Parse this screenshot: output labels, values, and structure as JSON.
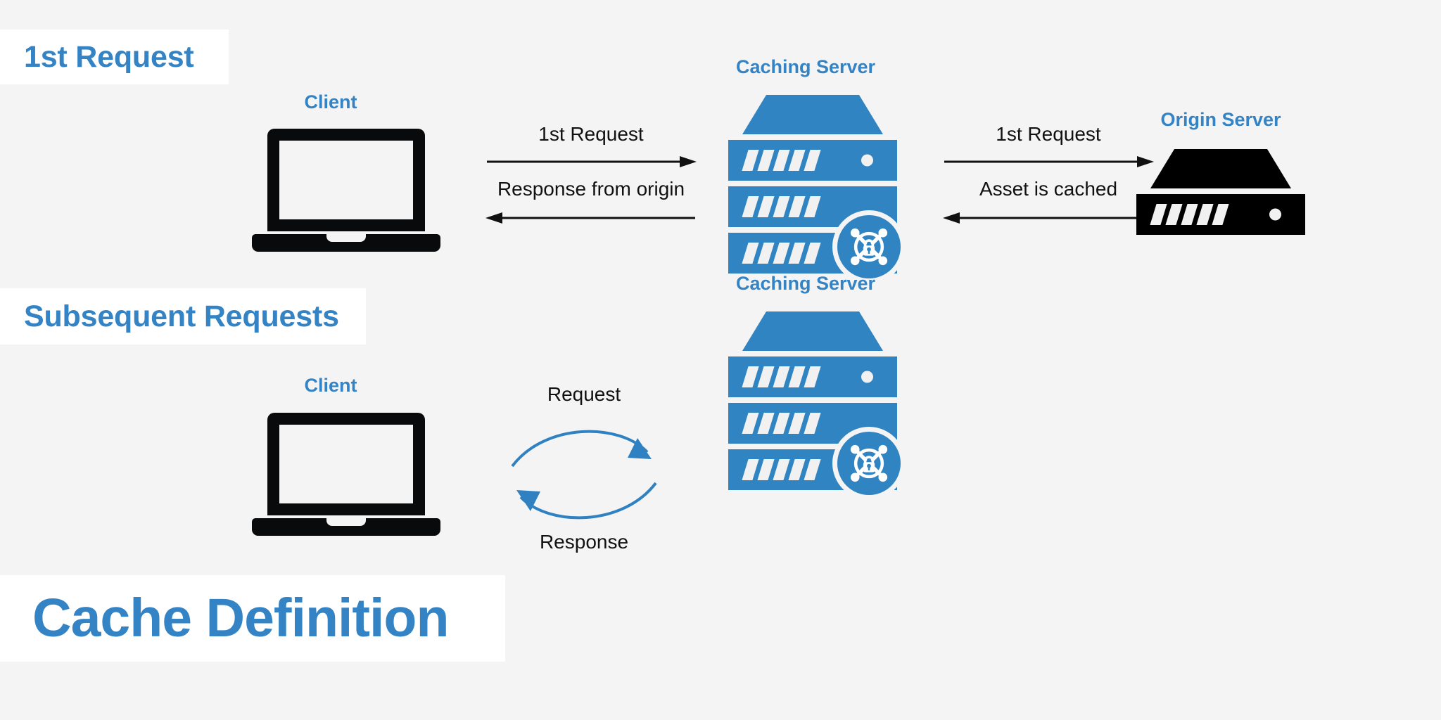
{
  "theme": {
    "background": "#f4f4f4",
    "accent_blue": "#3483c4",
    "icon_blue": "#3084c2",
    "icon_black": "#000000",
    "banner_background": "#ffffff",
    "arrow_black": "#111111",
    "arrow_blue": "#2f81c2"
  },
  "sections": {
    "first_request": {
      "banner_label": "1st Request",
      "nodes": {
        "client": {
          "label": "Client",
          "icon": "laptop-icon"
        },
        "caching_server": {
          "label": "Caching Server",
          "icon": "rack-server-secure-icon"
        },
        "origin_server": {
          "label": "Origin Server",
          "icon": "rack-server-icon"
        }
      },
      "flows": [
        {
          "id": "client-to-cache-request",
          "label": "1st Request",
          "direction": "right"
        },
        {
          "id": "cache-to-client-response",
          "label": "Response from origin",
          "direction": "left"
        },
        {
          "id": "cache-to-origin-request",
          "label": "1st Request",
          "direction": "right"
        },
        {
          "id": "origin-to-cache-cached",
          "label": "Asset is cached",
          "direction": "left"
        }
      ]
    },
    "subsequent_requests": {
      "banner_label": "Subsequent Requests",
      "nodes": {
        "client": {
          "label": "Client",
          "icon": "laptop-icon"
        },
        "caching_server": {
          "label": "Caching Server",
          "icon": "rack-server-secure-icon"
        }
      },
      "flows": [
        {
          "id": "client-to-cache-request",
          "label": "Request",
          "direction": "curved-right"
        },
        {
          "id": "cache-to-client-response",
          "label": "Response",
          "direction": "curved-left"
        }
      ]
    },
    "cache_definition": {
      "banner_label": "Cache Definition"
    }
  }
}
